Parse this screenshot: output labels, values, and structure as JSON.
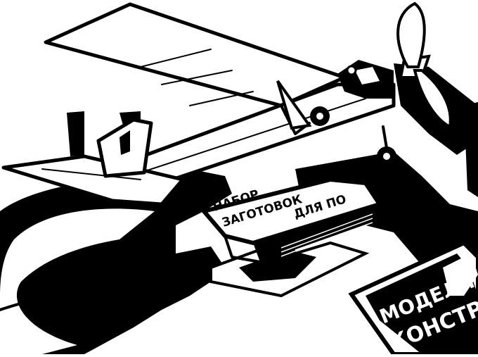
{
  "illustration": {
    "box_text": {
      "line1": "НАБОР",
      "line2": "ЗАГОТОВОК",
      "line3": "ДЛЯ ПО"
    },
    "magazine_text": {
      "line1": "МОДЕЛИ",
      "line2": "КОНСТР"
    }
  }
}
